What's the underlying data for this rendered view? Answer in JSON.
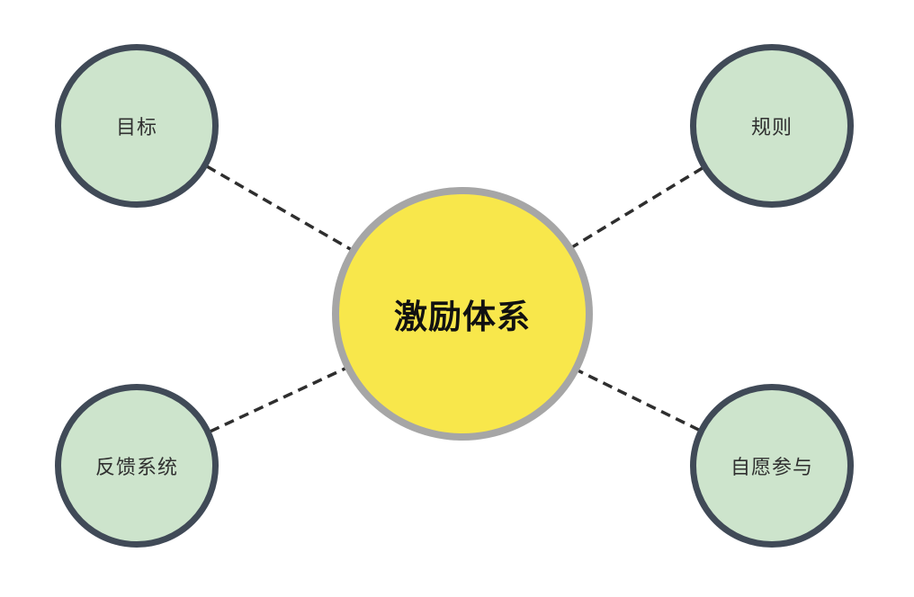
{
  "diagram": {
    "center_node": {
      "id": "incentive-system",
      "label": "激励体系"
    },
    "nodes": [
      {
        "id": "goal",
        "label": "目标",
        "position": "top-left"
      },
      {
        "id": "rules",
        "label": "规则",
        "position": "top-right"
      },
      {
        "id": "feedback-system",
        "label": "反馈系统",
        "position": "bottom-left"
      },
      {
        "id": "voluntary-participation",
        "label": "自愿参与",
        "position": "bottom-right"
      }
    ],
    "connectors": [
      {
        "from": "incentive-system",
        "to": "goal",
        "style": "dashed"
      },
      {
        "from": "incentive-system",
        "to": "rules",
        "style": "dashed"
      },
      {
        "from": "incentive-system",
        "to": "feedback-system",
        "style": "dashed"
      },
      {
        "from": "incentive-system",
        "to": "voluntary-participation",
        "style": "dashed"
      }
    ],
    "colors": {
      "background": "#ffffff",
      "center_fill": "#F8E74B",
      "center_ring": "#A6A6A6",
      "center_text": "#111111",
      "node_fill": "#CDE4CC",
      "node_border": "#404A57",
      "node_text": "#303030",
      "connector": "#2E2E2E"
    }
  }
}
